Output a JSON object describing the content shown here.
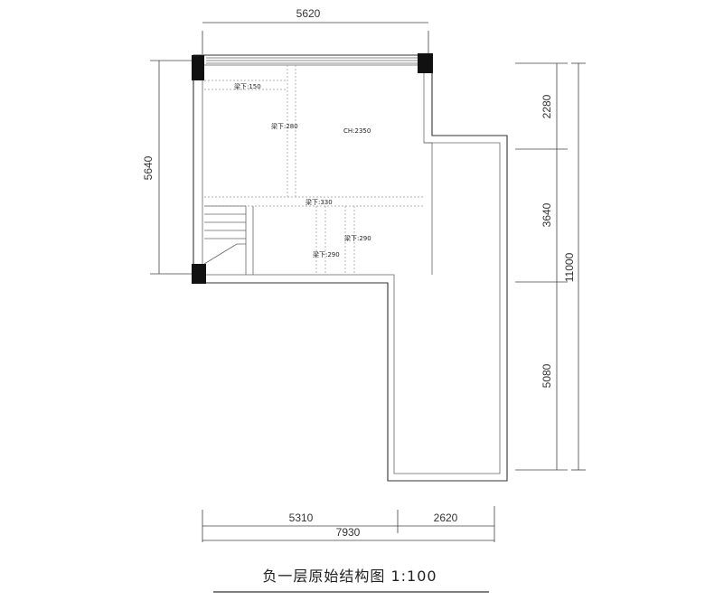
{
  "title": "负一层原始结构图 1:100",
  "dimensions": {
    "top_width": "5620",
    "left_height": "5640",
    "right_seg_1": "2280",
    "right_seg_2": "3640",
    "right_seg_3": "5080",
    "right_total": "11000",
    "bottom_seg_1": "5310",
    "bottom_seg_2": "2620",
    "bottom_total": "7930"
  },
  "labels": {
    "beam_150": "梁下:150",
    "beam_280": "梁下:280",
    "ceiling_height": "CH:2350",
    "beam_330": "梁下:330",
    "beam_290_a": "梁下:290",
    "beam_290_b": "梁下:290"
  }
}
